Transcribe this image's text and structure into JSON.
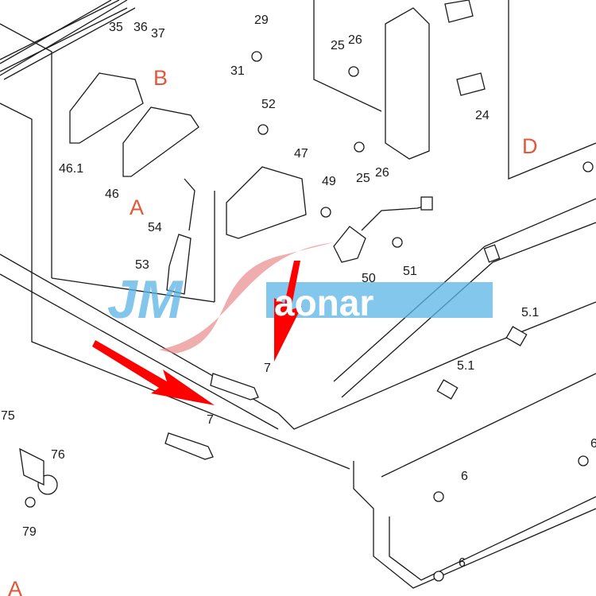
{
  "title": "Parts exploded diagram",
  "part_labels": {
    "p35": "35",
    "p36": "36",
    "p37": "37",
    "p29": "29",
    "p31": "31",
    "p25a": "25",
    "p26a": "26",
    "p25b": "25",
    "p26b": "26",
    "p24": "24",
    "p52": "52",
    "p47": "47",
    "p49": "49",
    "p46_1": "46.1",
    "p46": "46",
    "p54": "54",
    "p53": "53",
    "p50": "50",
    "p51": "51",
    "p5_1a": "5.1",
    "p5_1b": "5.1",
    "p7a": "7",
    "p7b": "7",
    "p75": "75",
    "p76": "76",
    "p79": "79",
    "p6a": "6",
    "p6b": "6",
    "p6c": "6"
  },
  "reference_labels": {
    "A1": "A",
    "A2": "A",
    "B": "B",
    "D": "D"
  },
  "watermark": {
    "left": "JM",
    "right": "aonar"
  },
  "colors": {
    "reference": "#e2583a",
    "arrow": "#ff0000",
    "watermark_blue": "#5ab4e6",
    "watermark_swoosh": "#e98a8a"
  }
}
